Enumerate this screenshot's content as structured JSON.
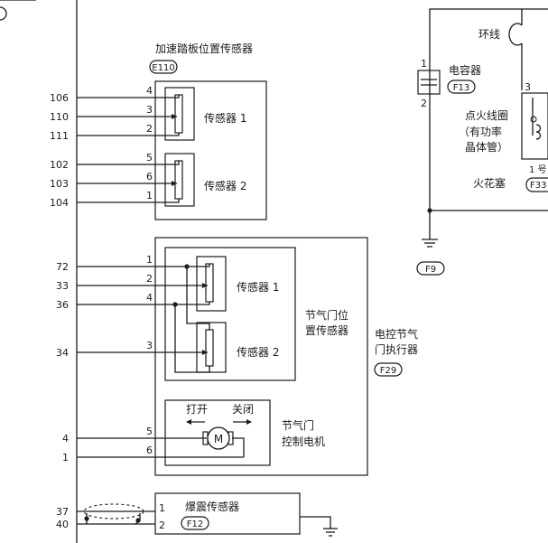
{
  "ecm_pins": [
    "106",
    "110",
    "111",
    "102",
    "103",
    "104",
    "72",
    "33",
    "36",
    "34",
    "4",
    "1",
    "37",
    "40"
  ],
  "accel_pedal": {
    "title": "加速踏板位置传感器",
    "connector": "E110",
    "sensor1": "传感器 1",
    "sensor2": "传感器 2",
    "pins": [
      "4",
      "3",
      "2",
      "5",
      "6",
      "1"
    ]
  },
  "throttle": {
    "sensor1": "传感器 1",
    "sensor2": "传感器 2",
    "pins": [
      "1",
      "2",
      "4",
      "3"
    ],
    "tps_label_1": "节气门位",
    "tps_label_2": "置传感器",
    "actuator_label_1": "电控节气",
    "actuator_label_2": "门执行器",
    "connector": "F29",
    "motor_open": "打开",
    "motor_close": "关闭",
    "motor_label_1": "节气门",
    "motor_label_2": "控制电机",
    "motor_symbol": "M",
    "motor_pins": [
      "5",
      "6"
    ]
  },
  "knock": {
    "title": "爆震传感器",
    "connector": "F12",
    "pins": [
      "1",
      "2"
    ]
  },
  "ignition": {
    "ring": "环线",
    "capacitor": "电容器",
    "cap_connector": "F13",
    "cap_pins": [
      "1",
      "2"
    ],
    "coil_1": "点火线圈",
    "coil_2": "（有功率",
    "coil_3": "晶体管）",
    "coil_pin": "3",
    "spark": "火花塞",
    "cyl": "1 号",
    "spark_connector": "F33",
    "ground_connector": "F9"
  }
}
